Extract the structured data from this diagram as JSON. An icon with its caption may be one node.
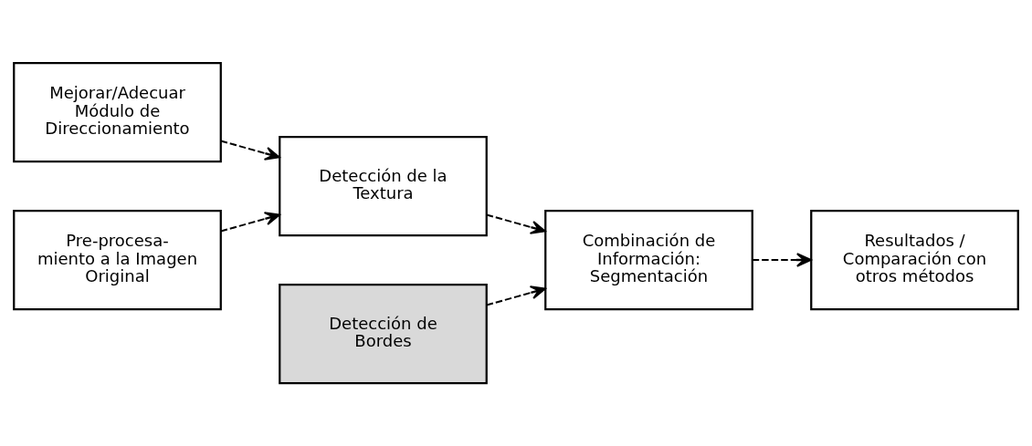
{
  "diagram": {
    "nodes": [
      {
        "text": [
          "Mejorar/Adecuar Módulo de Direccionamiento"
        ]
      },
      {
        "text": [
          "Detección de la Textura"
        ]
      },
      {
        "text": [
          "Pre-procesa- miento a la Imagen Original"
        ]
      },
      {
        "text": [
          "Combinación de Información: Segmentación"
        ]
      },
      {
        "text": [
          "Resultados / Comparación con otros métodos"
        ]
      },
      {
        "text": [
          "Detección de Bordes"
        ]
      }
    ],
    "edges": [
      {
        "from": 0,
        "to": 1,
        "arrow": "to",
        "style": "dashed"
      },
      {
        "from": 2,
        "to": 1,
        "arrow": "to",
        "style": "dashed"
      },
      {
        "from": 1,
        "to": 3,
        "arrow": "to",
        "style": "dashed"
      },
      {
        "from": 5,
        "to": 3,
        "arrow": "to",
        "style": "dashed"
      },
      {
        "from": 3,
        "to": 4,
        "arrow": "to",
        "style": "dashed"
      }
    ]
  }
}
